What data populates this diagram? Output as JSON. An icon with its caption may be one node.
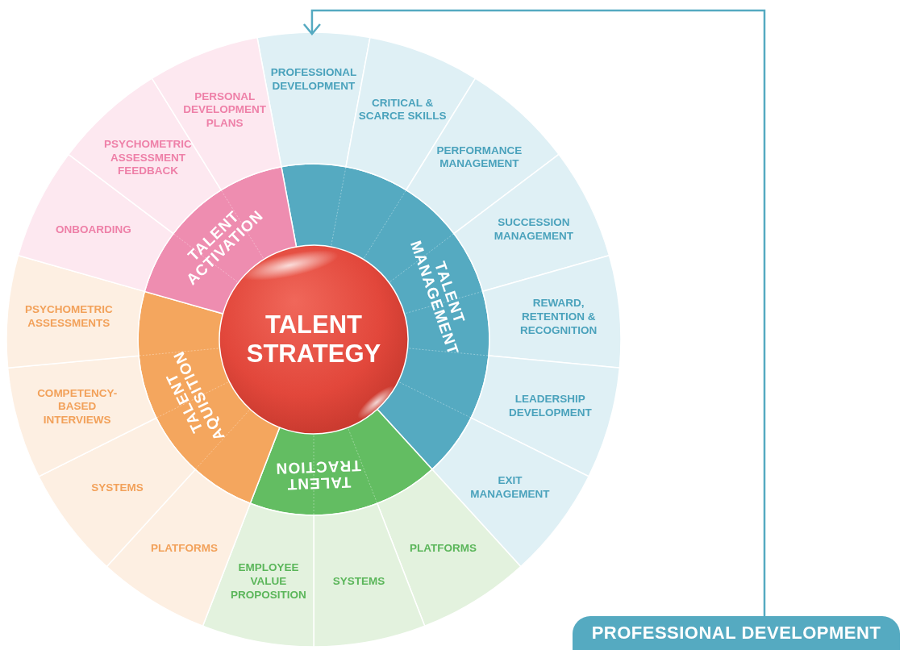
{
  "diagram": {
    "nodes": [
      {
        "text": [
          "TALENT STRATEGY"
        ]
      },
      {
        "text": [
          "TALENT MANAGEMENT"
        ]
      },
      {
        "text": [
          "TALENT TRACTION"
        ]
      },
      {
        "text": [
          "TALENT AQUISITION"
        ]
      },
      {
        "text": [
          "TALENT ACTIVATION"
        ]
      },
      {
        "text": [
          "PROFESSIONAL DEVELOPMENT"
        ]
      },
      {
        "text": [
          "CRITICAL & SCARCE SKILLS"
        ]
      },
      {
        "text": [
          "PERFORMANCE MANAGEMENT"
        ]
      },
      {
        "text": [
          "SUCCESSION MANAGEMENT"
        ]
      },
      {
        "text": [
          "REWARD, RETENTION & RECOGNITION"
        ]
      },
      {
        "text": [
          "LEADERSHIP DEVELOPMENT"
        ]
      },
      {
        "text": [
          "EXIT MANAGEMENT"
        ]
      },
      {
        "text": [
          "PLATFORMS"
        ]
      },
      {
        "text": [
          "SYSTEMS"
        ]
      },
      {
        "text": [
          "EMPLOYEE VALUE PROPOSITION"
        ]
      },
      {
        "text": [
          "PLATFORMS"
        ]
      },
      {
        "text": [
          "SYSTEMS"
        ]
      },
      {
        "text": [
          "COMPETENCY-BASED INTERVIEWS"
        ]
      },
      {
        "text": [
          "PSYCHOMETRIC ASSESSMENTS"
        ]
      },
      {
        "text": [
          "ONBOARDING"
        ]
      },
      {
        "text": [
          "PSYCHOMETRIC ASSESSMENT FEEDBACK"
        ]
      },
      {
        "text": [
          "PERSONAL DEVELOPMENT PLANS"
        ]
      },
      {
        "text": [
          "PROFESSIONAL DEVELOPMENT"
        ]
      }
    ],
    "edges": [
      {
        "from": 22,
        "to": 5,
        "arrow": "to"
      }
    ]
  }
}
